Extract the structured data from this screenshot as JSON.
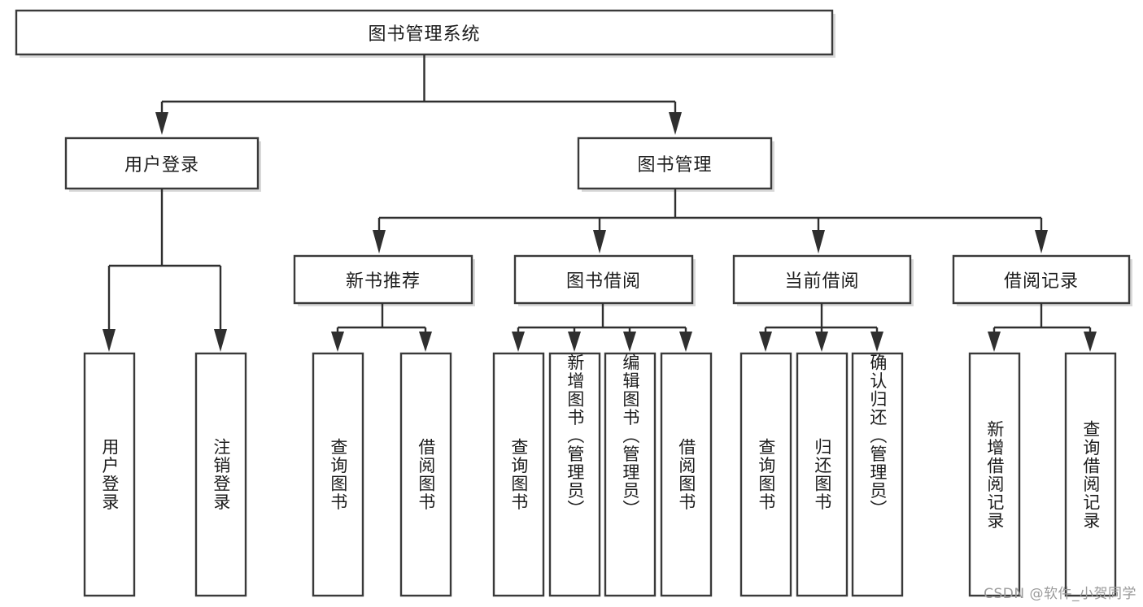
{
  "diagram": {
    "title": "图书管理系统",
    "type": "功能结构图",
    "colors": {
      "box_stroke": "#3a3a3a",
      "box_fill": "#ffffff",
      "edge": "#2f2f2f",
      "text": "#1c1c1c",
      "watermark": "#9a9a9a",
      "background": "#ffffff"
    },
    "root": {
      "label": "图书管理系统"
    },
    "level2": [
      {
        "label": "用户登录"
      },
      {
        "label": "图书管理"
      }
    ],
    "level3": [
      {
        "label": "新书推荐"
      },
      {
        "label": "图书借阅"
      },
      {
        "label": "当前借阅"
      },
      {
        "label": "借阅记录"
      }
    ],
    "leaves": {
      "user_login": [
        {
          "label": "用户登录"
        },
        {
          "label": "注销登录"
        }
      ],
      "new_book_recommend": [
        {
          "label": "查询图书"
        },
        {
          "label": "借阅图书"
        }
      ],
      "book_borrow": [
        {
          "label": "查询图书"
        },
        {
          "label": "新增图书（管理员）"
        },
        {
          "label": "编辑图书（管理员）"
        },
        {
          "label": "借阅图书"
        }
      ],
      "current_borrow": [
        {
          "label": "查询图书"
        },
        {
          "label": "归还图书"
        },
        {
          "label": "确认归还（管理员）"
        }
      ],
      "borrow_record": [
        {
          "label": "新增借阅记录"
        },
        {
          "label": "查询借阅记录"
        }
      ]
    }
  },
  "watermark": {
    "text": "CSDN @软件_小贺同学"
  }
}
